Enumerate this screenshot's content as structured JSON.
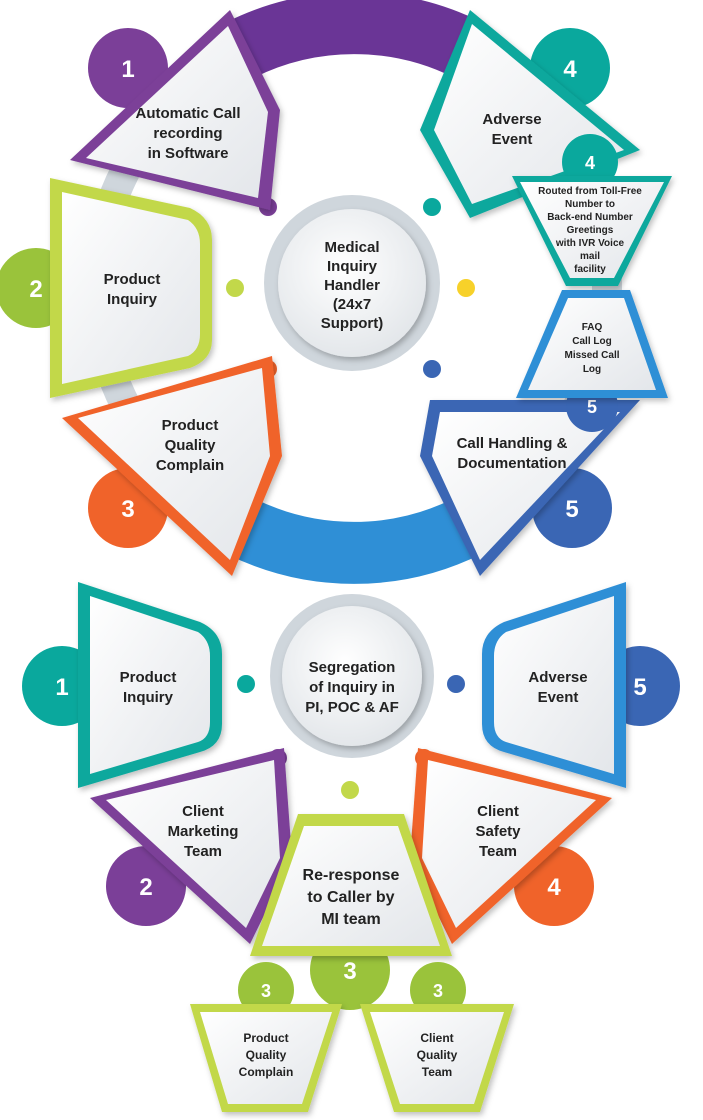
{
  "colors": {
    "purple": "#7b3f98",
    "green": "#9ac33b",
    "orange": "#f0632a",
    "teal": "#0aa89d",
    "blue": "#3a66b4",
    "lime": "#c2d84a",
    "ring_top": "#6a3596",
    "ring_bottom": "#2f8fd6",
    "ring_gray": "#cfd6dc"
  },
  "top": {
    "center": [
      "Medical",
      "Inquiry",
      "Handler",
      "(24x7",
      "Support)"
    ],
    "items": [
      {
        "num": "1",
        "lines": [
          "Automatic Call",
          "recording",
          "in Software"
        ]
      },
      {
        "num": "2",
        "lines": [
          "Product",
          "Inquiry"
        ]
      },
      {
        "num": "3",
        "lines": [
          "Product",
          "Quality",
          "Complain"
        ]
      },
      {
        "num": "4",
        "lines": [
          "Adverse",
          "Event"
        ]
      },
      {
        "num": "5",
        "lines": [
          "Call Handling &",
          "Documentation"
        ]
      }
    ],
    "sub4": {
      "num": "4",
      "lines": [
        "Routed from Toll-Free",
        "Number to",
        "Back-end Number",
        "Greetings",
        "with IVR Voice",
        "mail",
        "facility"
      ]
    },
    "sub5": {
      "num": "5",
      "lines": [
        "FAQ",
        "Call Log",
        "Missed Call",
        "Log"
      ]
    }
  },
  "bottom": {
    "center": [
      "Segregation",
      "of Inquiry in",
      "PI, POC & AF"
    ],
    "items": [
      {
        "num": "1",
        "lines": [
          "Product",
          "Inquiry"
        ]
      },
      {
        "num": "2",
        "lines": [
          "Client",
          "Marketing",
          "Team"
        ]
      },
      {
        "num": "3",
        "lines": [
          "Re-response",
          "to Caller by",
          "MI team"
        ]
      },
      {
        "num": "4",
        "lines": [
          "Client",
          "Safety",
          "Team"
        ]
      },
      {
        "num": "5",
        "lines": [
          "Adverse",
          "Event"
        ]
      }
    ],
    "sub_left": {
      "num": "3",
      "lines": [
        "Product",
        "Quality",
        "Complain"
      ]
    },
    "sub_right": {
      "num": "3",
      "lines": [
        "Client",
        "Quality",
        "Team"
      ]
    }
  }
}
